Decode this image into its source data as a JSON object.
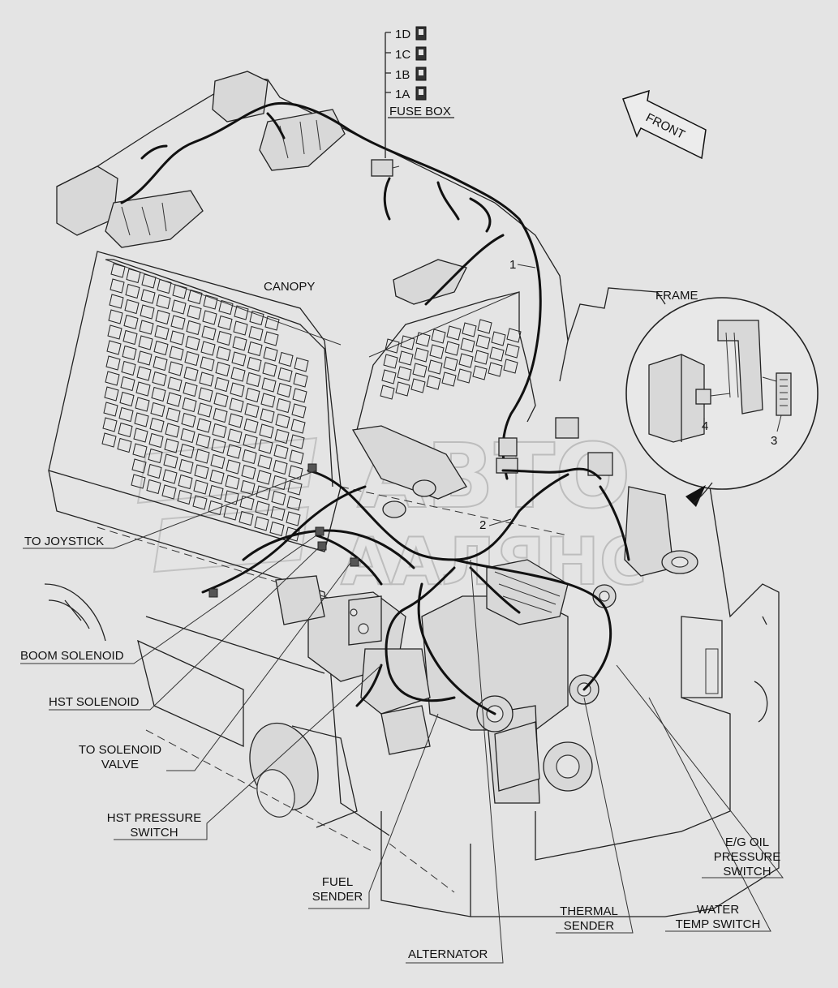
{
  "watermark": {
    "line1": "ABTO",
    "line2": "AAЛЯНC"
  },
  "labels": {
    "fuse_1d": "1D",
    "fuse_1c": "1C",
    "fuse_1b": "1B",
    "fuse_1a": "1A",
    "fuse_box": "FUSE BOX",
    "front": "FRONT",
    "canopy": "CANOPY",
    "frame": "FRAME",
    "callout_1": "1",
    "callout_2": "2",
    "callout_3": "3",
    "callout_4": "4",
    "to_joystick": "TO JOYSTICK",
    "boom_solenoid": "BOOM SOLENOID",
    "hst_solenoid": "HST SOLENOID",
    "to_solenoid_valve_1": "TO SOLENOID",
    "to_solenoid_valve_2": "VALVE",
    "hst_pressure_switch_1": "HST PRESSURE",
    "hst_pressure_switch_2": "SWITCH",
    "fuel_sender_1": "FUEL",
    "fuel_sender_2": "SENDER",
    "alternator": "ALTERNATOR",
    "thermal_sender_1": "THERMAL",
    "thermal_sender_2": "SENDER",
    "water_temp_switch_1": "WATER",
    "water_temp_switch_2": "TEMP SWITCH",
    "eg_oil_pressure_switch_1": "E/G OIL",
    "eg_oil_pressure_switch_2": "PRESSURE",
    "eg_oil_pressure_switch_3": "SWITCH"
  }
}
